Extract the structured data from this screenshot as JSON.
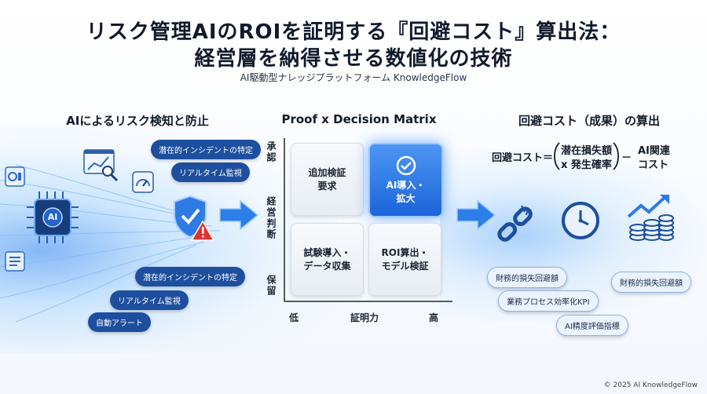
{
  "header": {
    "title_line1": "リスク管理AIのROIを証明する『回避コスト』算出法：",
    "title_line2": "経営層を納得させる数値化の技術",
    "subtitle": "AI駆動型ナレッジプラットフォーム KnowledgeFlow"
  },
  "left_section": {
    "title": "AIによるリスク検知と防止",
    "chip_label": "AI",
    "bubbles_top": [
      "潜在的インシデントの特定",
      "リアルタイム監視"
    ],
    "bubbles_bottom": [
      "潜在的インシデントの特定",
      "リアルタイム監視",
      "自動アラート"
    ]
  },
  "matrix": {
    "title": "Proof x Decision Matrix",
    "y_axis_label": "経営判断",
    "y_high": "承認",
    "y_low": "保留",
    "x_axis_label": "証明力",
    "x_low": "低",
    "x_high": "高",
    "cells": {
      "top_left": "追加検証\n要求",
      "top_right": "AI導入・\n拡大",
      "bottom_left": "試験導入・\nデータ収集",
      "bottom_right": "ROI算出・\nモデル検証"
    }
  },
  "right_section": {
    "title": "回避コスト（成果）の算出",
    "formula": {
      "lhs": "回避コスト＝",
      "term1": "潜在損失額",
      "term2": "x 発生確率",
      "minus": "－",
      "rhs_line1": "AI関連",
      "rhs_line2": "コスト"
    },
    "bubbles": [
      "財務的損失回避額",
      "業務プロセス効率化KPI",
      "AI精度評価指標",
      "財務的損失回避額"
    ]
  },
  "footer": {
    "copyright": "© 2025 AI KnowledgeFlow"
  },
  "colors": {
    "accent": "#1c64d8",
    "bubble": "#1d4f9e",
    "alert": "#e03131"
  }
}
